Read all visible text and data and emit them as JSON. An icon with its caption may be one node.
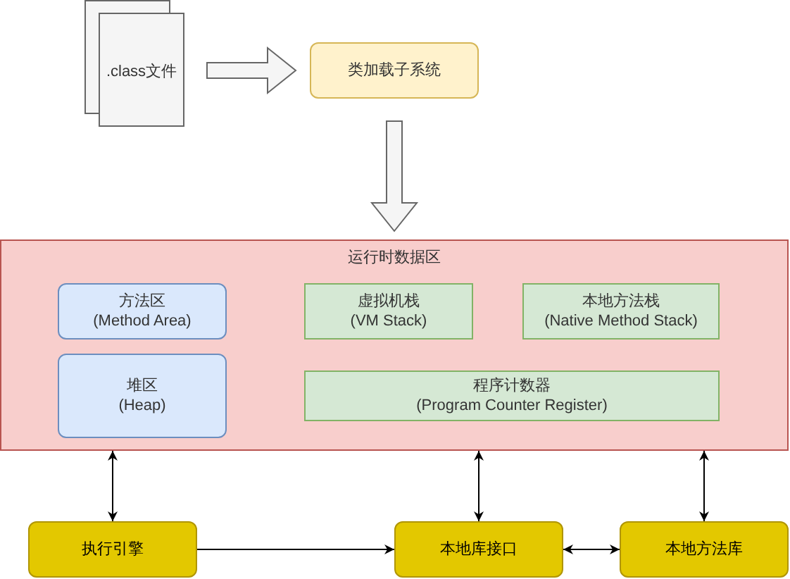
{
  "diagram": {
    "nodes": [
      {
        "text": [
          ".class文件"
        ]
      },
      {
        "text": [
          "类加载子系统"
        ]
      },
      {
        "text": [
          "运行时数据区"
        ]
      },
      {
        "text": [
          "方法区",
          "(Method Area)"
        ],
        "in": 2
      },
      {
        "text": [
          "虚拟机栈",
          "(VM Stack)"
        ],
        "in": 2
      },
      {
        "text": [
          "本地方法栈",
          "(Native Method Stack)"
        ],
        "in": 2
      },
      {
        "text": [
          "堆区",
          "(Heap)"
        ],
        "in": 2
      },
      {
        "text": [
          "程序计数器",
          "(Program Counter Register)"
        ],
        "in": 2
      },
      {
        "text": [
          "执行引擎"
        ]
      },
      {
        "text": [
          "本地库接口"
        ]
      },
      {
        "text": [
          "本地方法库"
        ]
      }
    ],
    "edges": [
      {
        "from": 0,
        "to": 1,
        "arrow": "to",
        "style": "thick"
      },
      {
        "from": 1,
        "to": 2,
        "arrow": "to",
        "style": "thick"
      },
      {
        "from": 8,
        "to": 2,
        "arrow": "both"
      },
      {
        "from": 9,
        "to": 2,
        "arrow": "both"
      },
      {
        "from": 10,
        "to": 2,
        "arrow": "both"
      },
      {
        "from": 8,
        "to": 9,
        "arrow": "to"
      },
      {
        "from": 9,
        "to": 10,
        "arrow": "both"
      }
    ]
  }
}
